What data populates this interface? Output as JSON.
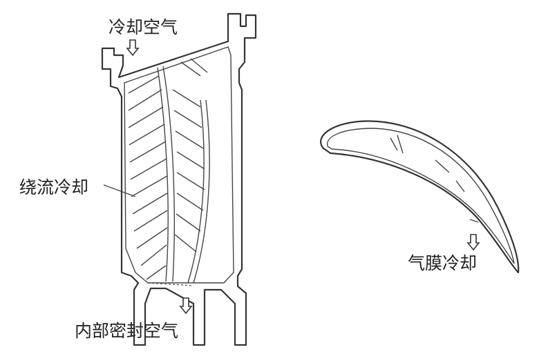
{
  "labels": {
    "cooling_air": "冷却空气",
    "convection_cooling": "绕流冷却",
    "internal_seal_air": "内部密封空气",
    "film_cooling": "气膜冷却"
  },
  "colors": {
    "line": "#333333",
    "background": "#ffffff"
  }
}
